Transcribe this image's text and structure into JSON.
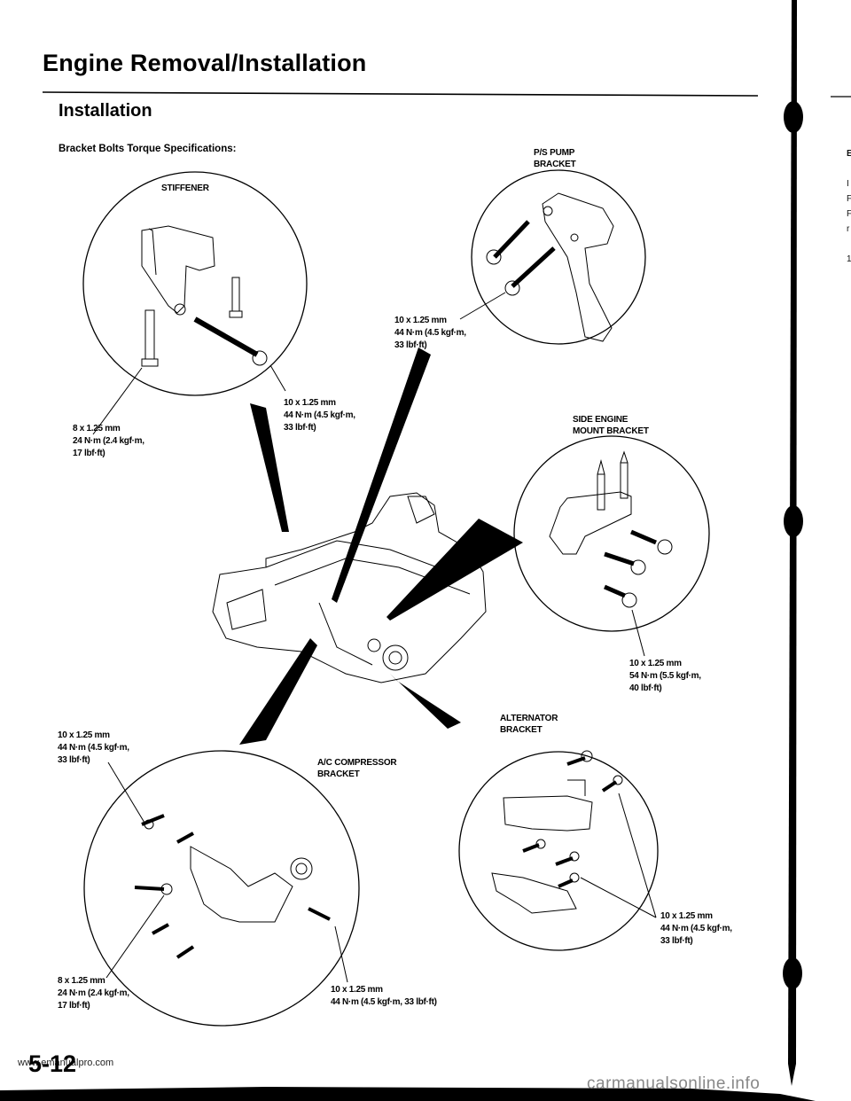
{
  "header": {
    "title": "Engine Removal/Installation",
    "section": "Installation",
    "intro": "Bracket Bolts Torque Specifications:"
  },
  "brackets": {
    "stiffener": {
      "label": "STIFFENER",
      "specs": [
        {
          "size": "8 x 1.25 mm",
          "torque": "24 N·m (2.4 kgf·m,",
          "torque2": "17 lbf·ft)"
        },
        {
          "size": "10 x 1.25 mm",
          "torque": "44 N·m (4.5 kgf·m,",
          "torque2": "33 lbf·ft)"
        }
      ]
    },
    "ps_pump": {
      "label_line1": "P/S PUMP",
      "label_line2": "BRACKET",
      "specs": [
        {
          "size": "10 x 1.25 mm",
          "torque": "44 N·m (4.5 kgf·m,",
          "torque2": "33 lbf·ft)"
        }
      ]
    },
    "side_engine_mount": {
      "label_line1": "SIDE ENGINE",
      "label_line2": "MOUNT BRACKET",
      "specs": [
        {
          "size": "10 x 1.25 mm",
          "torque": "54 N·m (5.5 kgf·m,",
          "torque2": "40 lbf·ft)"
        }
      ]
    },
    "ac_compressor": {
      "label_line1": "A/C COMPRESSOR",
      "label_line2": "BRACKET",
      "specs": [
        {
          "size": "10 x 1.25 mm",
          "torque": "44 N·m (4.5 kgf·m,",
          "torque2": "33 lbf·ft)"
        },
        {
          "size": "8 x 1.25 mm",
          "torque": "24 N·m (2.4 kgf·m,",
          "torque2": "17 lbf·ft)"
        },
        {
          "size": "10 x 1.25 mm",
          "torque": "44 N·m (4.5 kgf·m, 33 lbf·ft)"
        }
      ]
    },
    "alternator": {
      "label_line1": "ALTERNATOR",
      "label_line2": "BRACKET",
      "specs": [
        {
          "size": "10 x 1.25 mm",
          "torque": "44 N·m (4.5 kgf·m,",
          "torque2": "33 lbf·ft)"
        }
      ]
    }
  },
  "right_page_fragment": [
    "E",
    "I",
    "F",
    "F",
    "r",
    "1"
  ],
  "footer": {
    "page_number": "5-12",
    "watermark_left": "www.emanualpro.com",
    "watermark_right": "carmanualsonline.info"
  }
}
